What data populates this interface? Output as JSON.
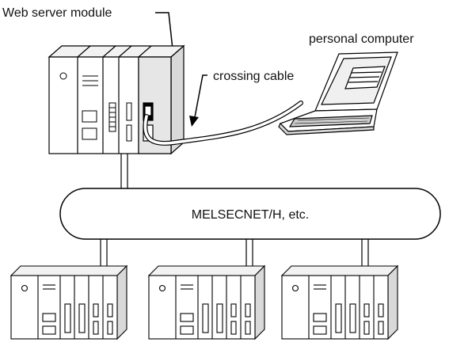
{
  "labels": {
    "web_server_module": "Web server module",
    "personal_computer": "personal computer",
    "crossing_cable": "crossing cable",
    "network": "MELSECNET/H, etc."
  },
  "colors": {
    "line": "#000000",
    "module_face": "#ffffff",
    "module_highlight": "#e6e6e6",
    "cable": "#ffffff"
  }
}
